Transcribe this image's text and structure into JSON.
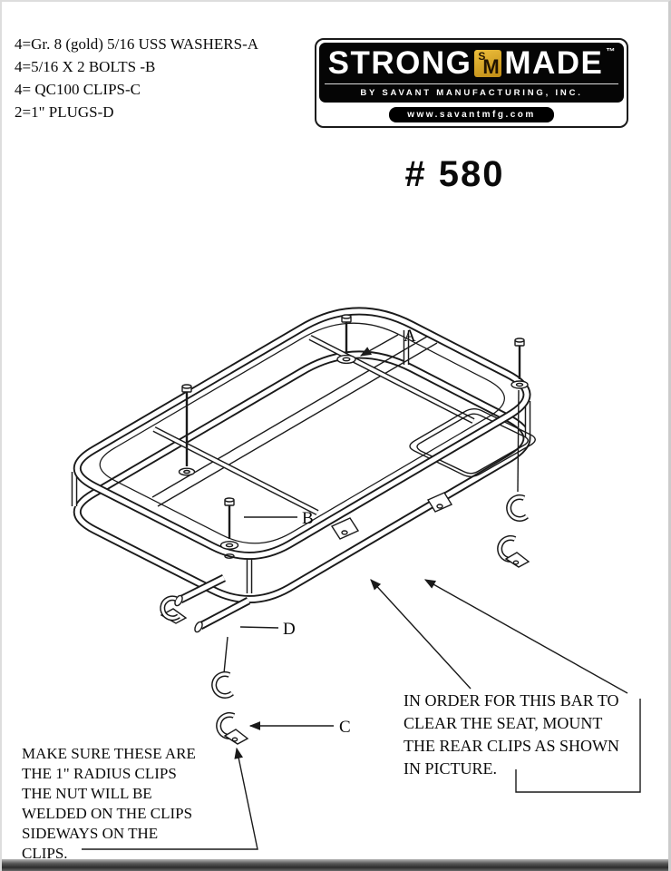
{
  "parts_list": {
    "lines": [
      "4=Gr. 8 (gold) 5/16 USS WASHERS-A",
      "4=5/16 X 2 BOLTS -B",
      "4= QC100 CLIPS-C",
      "2=1\" PLUGS-D"
    ]
  },
  "logo": {
    "brand_strong": "STRONG",
    "badge_s": "S",
    "badge_m": "M",
    "brand_made": "MADE",
    "trademark": "™",
    "tagline": "BY SAVANT MANUFACTURING, INC.",
    "website": "www.savantmfg.com",
    "colors": {
      "badge_gold": "#D9A41B",
      "panel": "#000000",
      "text": "#FFFFFF"
    }
  },
  "model_number": "# 580",
  "diagram": {
    "labels": {
      "a": "A",
      "b": "B",
      "c": "C",
      "d": "D"
    }
  },
  "notes": {
    "left_lines": [
      "MAKE SURE THESE ARE",
      "THE 1\" RADIUS CLIPS",
      "THE NUT WILL BE",
      "WELDED ON THE CLIPS",
      "SIDEWAYS ON THE",
      "CLIPS."
    ],
    "right_lines": [
      "IN ORDER FOR THIS BAR TO",
      "CLEAR THE SEAT, MOUNT",
      "THE REAR CLIPS AS SHOWN",
      "IN PICTURE."
    ]
  }
}
